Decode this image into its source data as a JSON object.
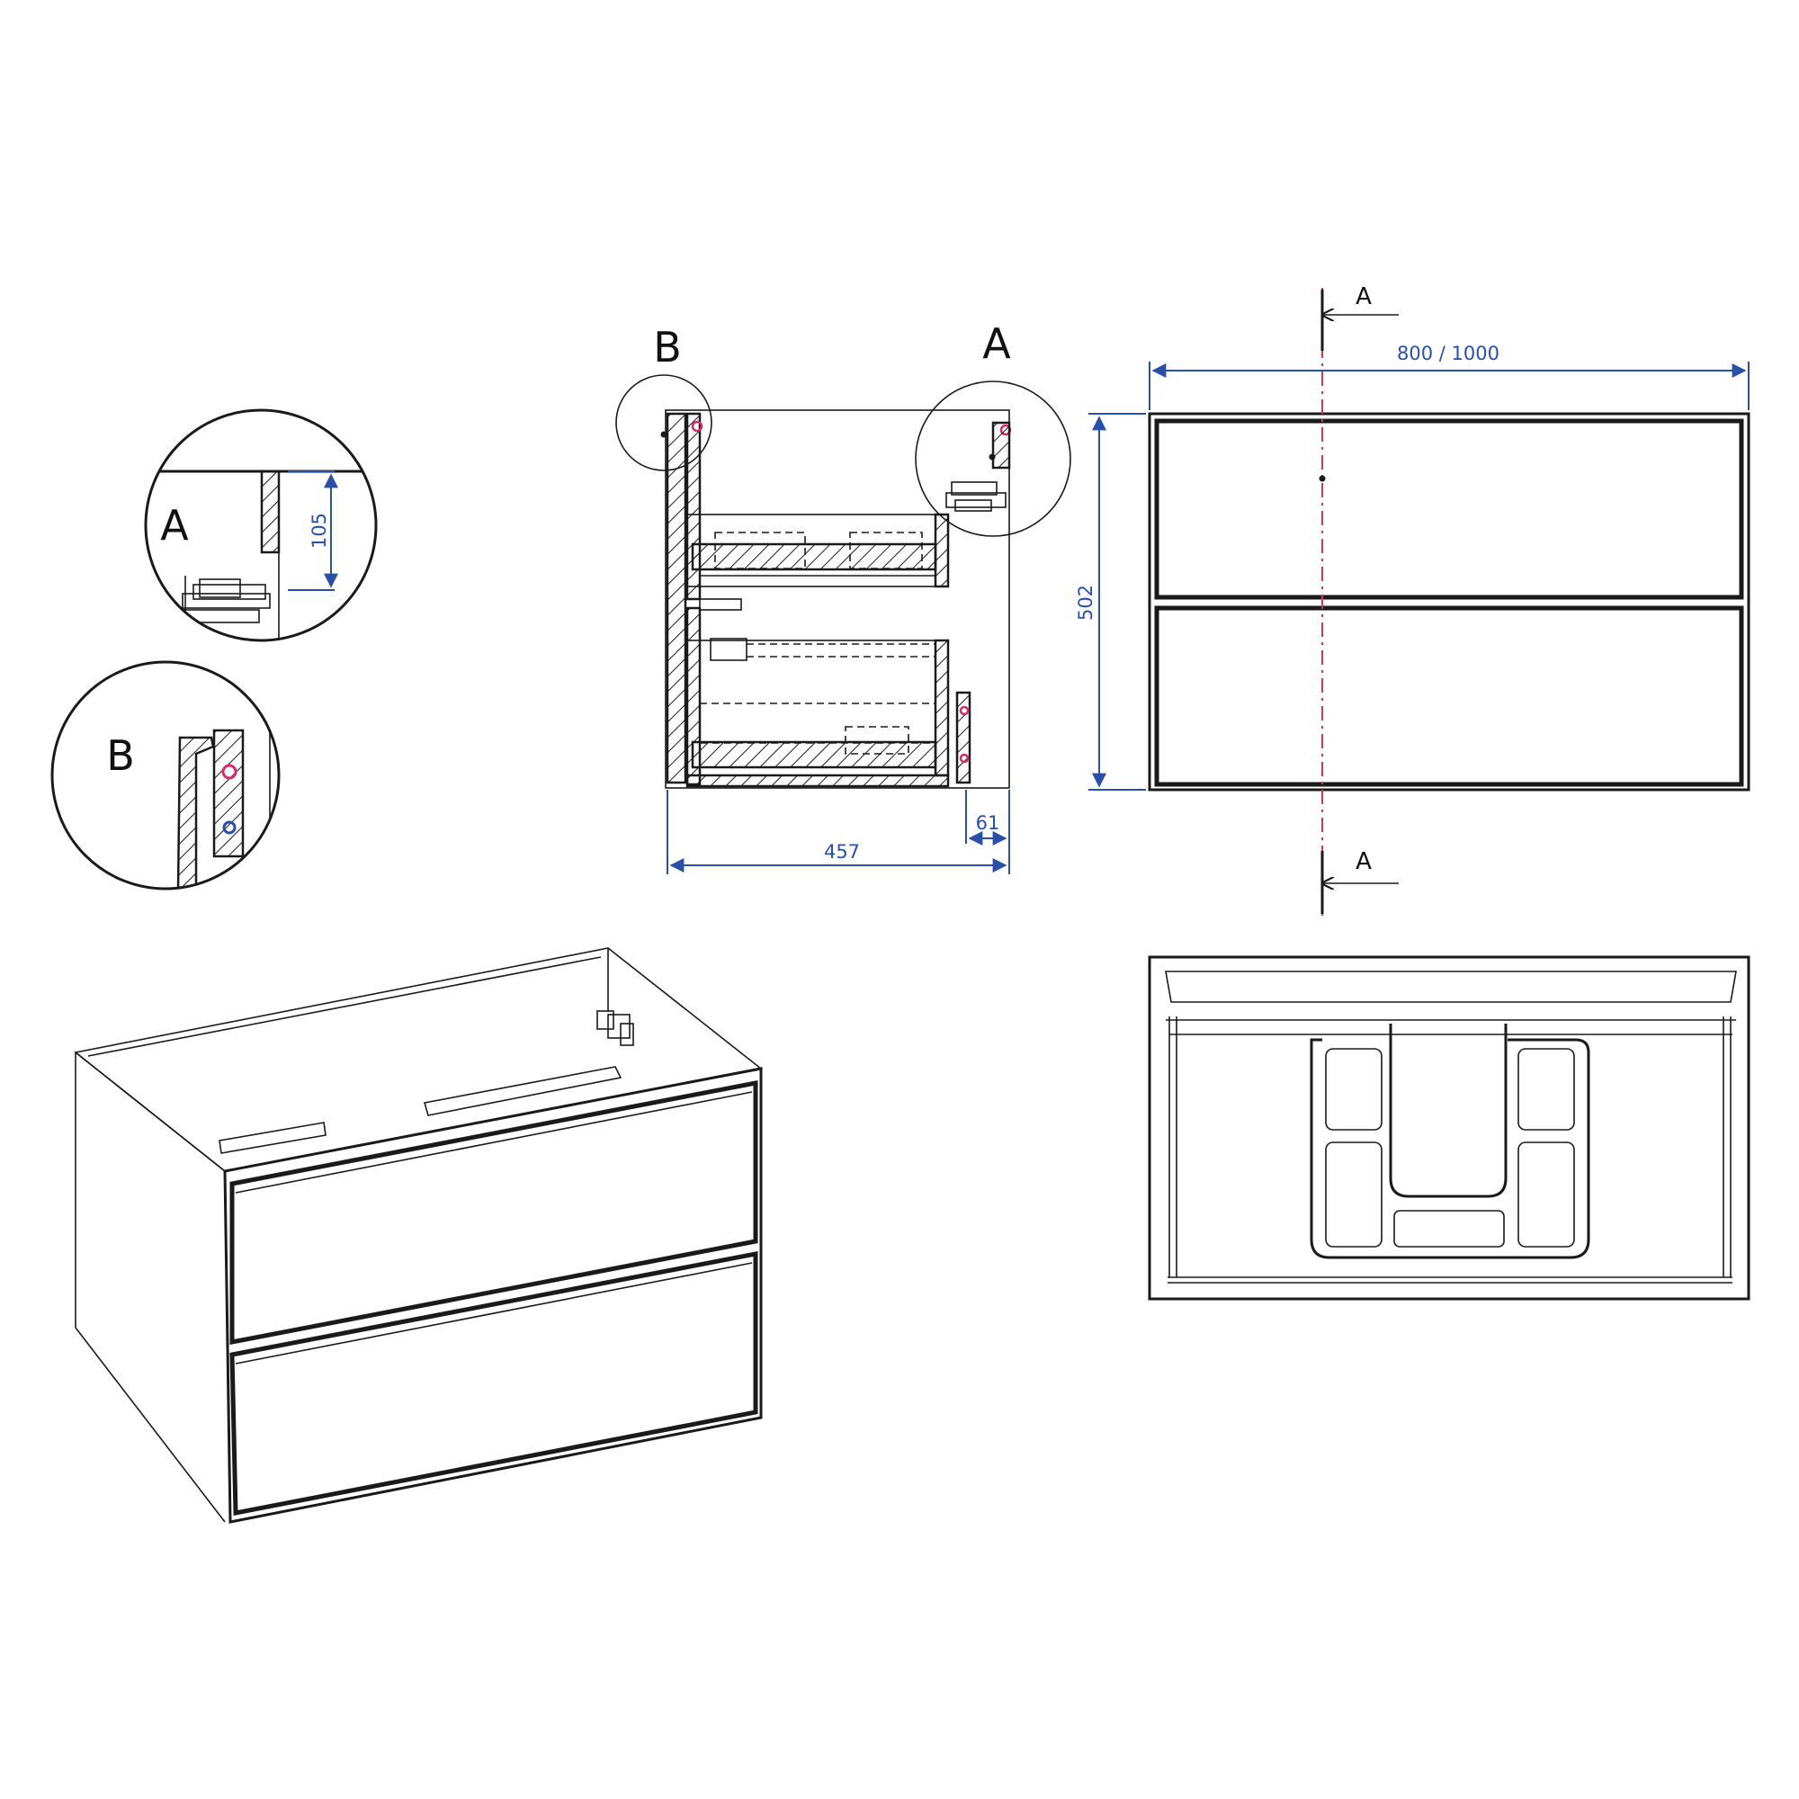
{
  "labels": {
    "detail_a": "A",
    "detail_b": "B",
    "section_marker": "A"
  },
  "dimensions": {
    "detail_a_height": "105",
    "depth_total": "457",
    "depth_offset": "61",
    "width": "800 / 1000",
    "height": "502"
  },
  "colors": {
    "line": "#1a1a1a",
    "dimension": "#2a4fa8",
    "center_axis": "#e0344a",
    "marker": "#d8296a"
  }
}
